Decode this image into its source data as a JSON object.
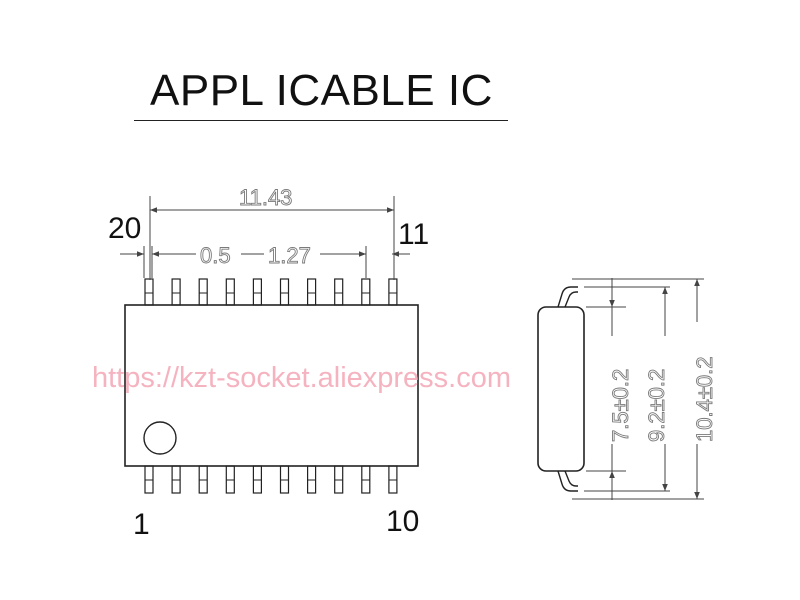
{
  "title": "APPL ICABLE IC",
  "pins": {
    "top_left": "20",
    "top_right": "11",
    "bottom_left": "1",
    "bottom_right": "10",
    "count_per_side": 10
  },
  "dimensions": {
    "overall_length": "11.43",
    "pin_width": "0.5",
    "pin_pitch": "1.27",
    "body_width": "7.5±0.2",
    "lead_span": "9.2±0.2",
    "total_width": "10.4±0.2"
  },
  "watermark": "https://kzt-socket.aliexpress.com",
  "colors": {
    "line": "#222222",
    "dim_line": "#555555",
    "watermark": "#f4a6b6"
  }
}
